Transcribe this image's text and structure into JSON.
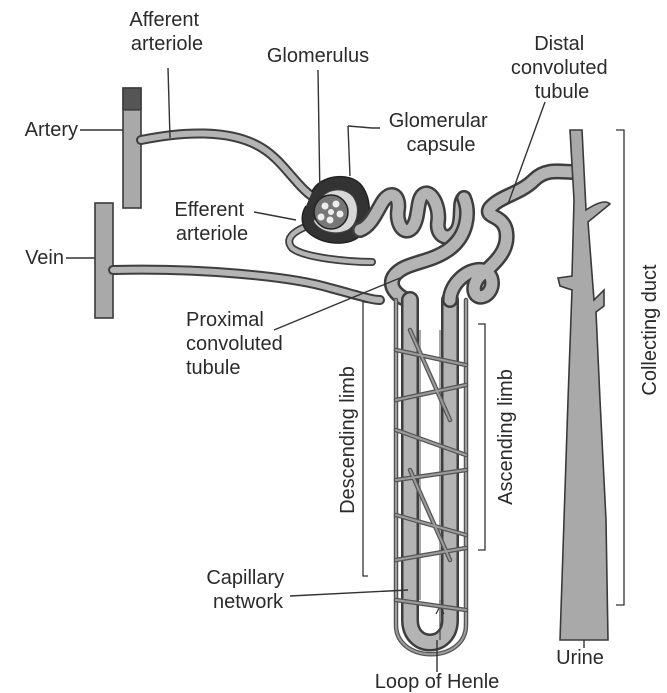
{
  "labels": {
    "afferent_arteriole": [
      "Afferent",
      "arteriole"
    ],
    "glomerulus": "Glomerulus",
    "distal_tubule": [
      "Distal",
      "convoluted",
      "tubule"
    ],
    "artery": "Artery",
    "glomerular_capsule": [
      "Glomerular",
      "capsule"
    ],
    "efferent_arteriole": [
      "Efferent",
      "arteriole"
    ],
    "vein": "Vein",
    "proximal_tubule": [
      "Proximal",
      "convoluted",
      "tubule"
    ],
    "descending_limb": "Descending limb",
    "ascending_limb": "Ascending limb",
    "collecting_duct": "Collecting duct",
    "capillary_network": [
      "Capillary",
      "network"
    ],
    "urine": "Urine",
    "loop_of_henle": "Loop of Henle"
  },
  "colors": {
    "background": "#ffffff",
    "structure_fill": "#a9a9a9",
    "outline": "#3a3a3a",
    "text": "#2b2b2b"
  }
}
